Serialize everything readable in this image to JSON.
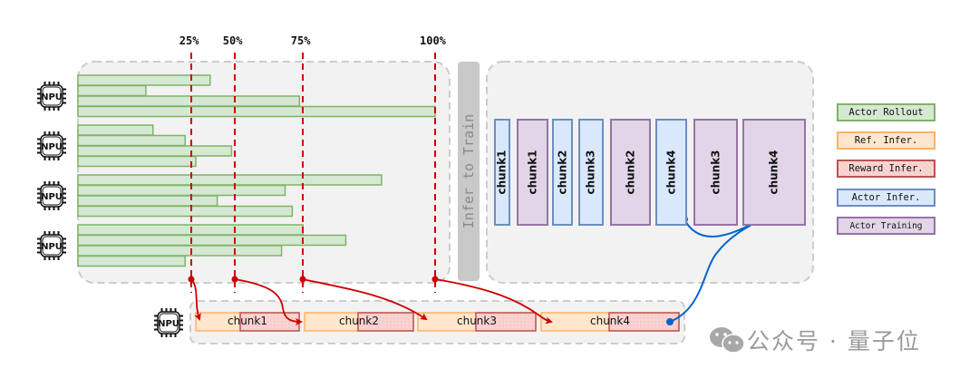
{
  "percent_markers": [
    {
      "label": "25%",
      "fraction": 0.25
    },
    {
      "label": "50%",
      "fraction": 0.5
    },
    {
      "label": "75%",
      "fraction": 0.75
    },
    {
      "label": "100%",
      "fraction": 1.0
    }
  ],
  "npu_label": "NPU",
  "rollout_groups": [
    {
      "bars": [
        0.37,
        0.19,
        0.62,
        1.0
      ]
    },
    {
      "bars": [
        0.21,
        0.3,
        0.43,
        0.33
      ]
    },
    {
      "bars": [
        0.85,
        0.58,
        0.39,
        0.6
      ]
    },
    {
      "bars": [
        0.63,
        0.75,
        0.57,
        0.3
      ]
    }
  ],
  "infer_to_train_label": "Infer to Train",
  "training_chunks": [
    {
      "label": "chunk1",
      "type": "actor_infer",
      "size": 1.0
    },
    {
      "label": "chunk1",
      "type": "actor_training",
      "size": 2.0
    },
    {
      "label": "chunk2",
      "type": "actor_infer",
      "size": 1.3
    },
    {
      "label": "chunk3",
      "type": "actor_infer",
      "size": 1.6
    },
    {
      "label": "chunk2",
      "type": "actor_training",
      "size": 2.6
    },
    {
      "label": "chunk4",
      "type": "actor_infer",
      "size": 2.0
    },
    {
      "label": "chunk3",
      "type": "actor_training",
      "size": 2.8
    },
    {
      "label": "chunk4",
      "type": "actor_training",
      "size": 4.0
    }
  ],
  "pipeline_chunks": [
    {
      "label": "chunk1"
    },
    {
      "label": "chunk2"
    },
    {
      "label": "chunk3"
    },
    {
      "label": "chunk4"
    }
  ],
  "legend": [
    {
      "key": "actor_rollout",
      "label": "Actor Rollout",
      "fill": "#d5e8d4",
      "stroke": "#82b366"
    },
    {
      "key": "ref_infer",
      "label": "Ref. Infer.",
      "fill": "#ffe6cc",
      "stroke": "#ffb366"
    },
    {
      "key": "reward_infer",
      "label": "Reward Infer.",
      "fill": "#f8cecc",
      "stroke": "#b85450"
    },
    {
      "key": "actor_infer",
      "label": "Actor Infer.",
      "fill": "#dae8fc",
      "stroke": "#6c8ebf"
    },
    {
      "key": "actor_training",
      "label": "Actor Training",
      "fill": "#e1d5e7",
      "stroke": "#9673a6"
    }
  ],
  "colors": {
    "marker_red": "#cc0000",
    "arrow_blue": "#0066cc",
    "panel_bg": "#f2f2f2",
    "panel_border": "#cccccc"
  },
  "watermark": {
    "text": "公众号 · 量子位"
  }
}
